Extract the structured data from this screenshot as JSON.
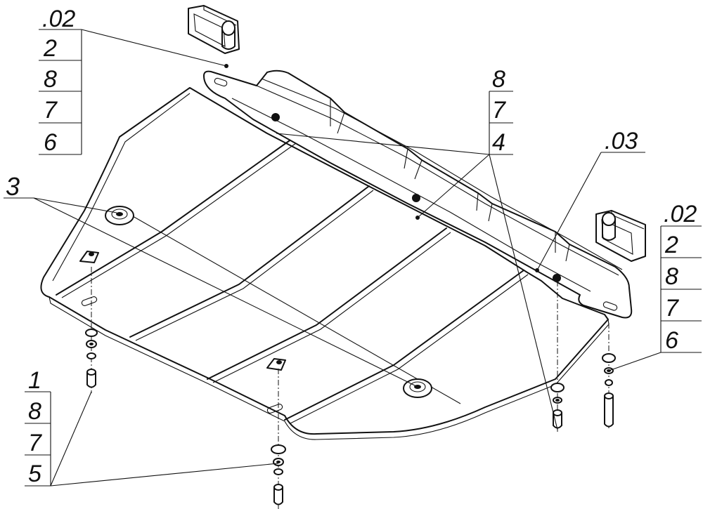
{
  "callouts": {
    "top_left": [
      ".02",
      "2",
      "8",
      "7",
      "6"
    ],
    "right": [
      ".02",
      "2",
      "8",
      "7",
      "6"
    ],
    "bottom_left": [
      "1",
      "8",
      "7",
      "5"
    ],
    "center": [
      "8",
      "7",
      "4"
    ],
    "part_03": ".03",
    "part_3": "3"
  }
}
